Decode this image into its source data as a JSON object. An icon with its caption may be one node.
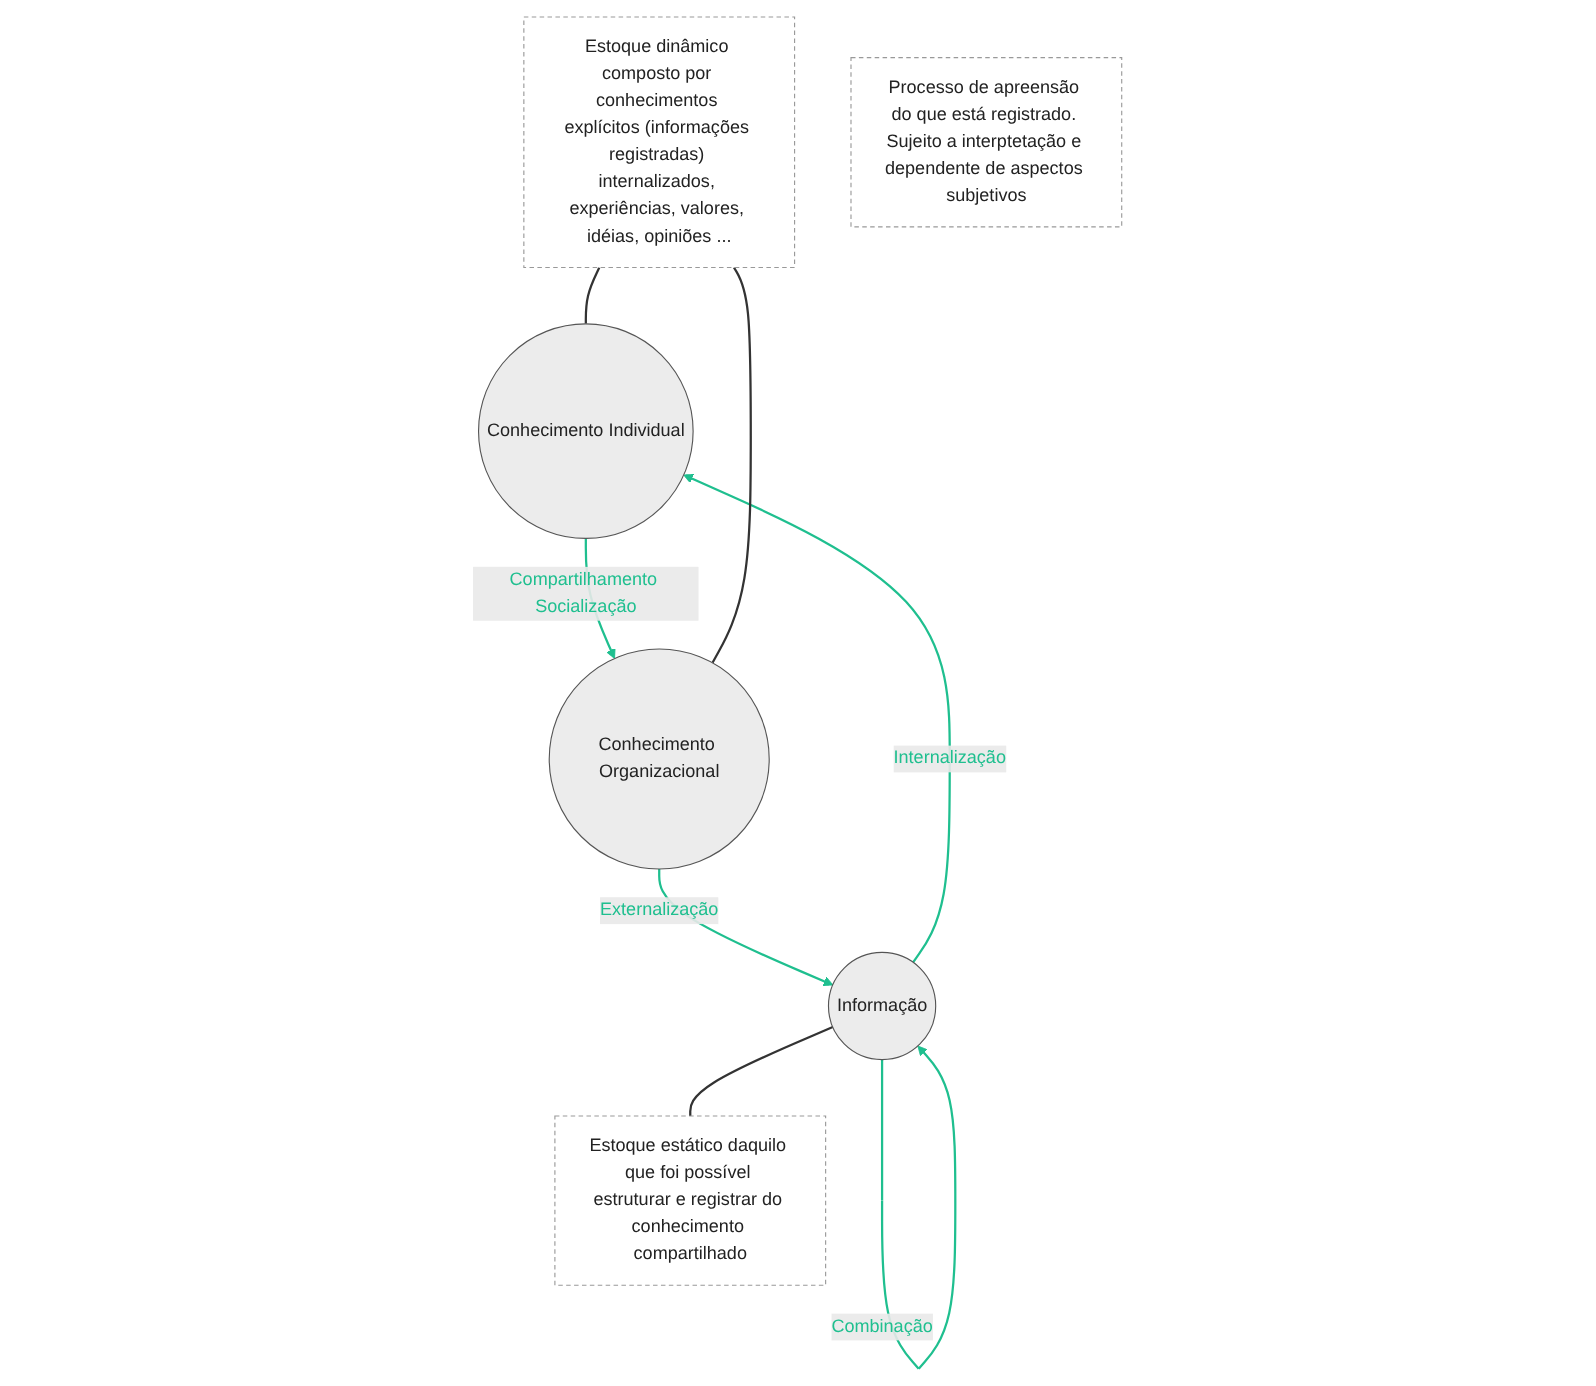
{
  "diagram": {
    "nodes": [
      {
        "text": [
          "Estoque dinâmico composto por conhecimentos explícitos (informações registradas) internalizados, experiências, valores, idéias, opiniões ..."
        ]
      },
      {
        "text": [
          "Conhecimento Individual"
        ]
      },
      {
        "text": [
          "Conhecimento Organizacional"
        ]
      },
      {
        "text": [
          "Processo de apreensão do que está registrado. Sujeito a interptetação e dependente de aspectos subjetivos"
        ]
      },
      {
        "text": [
          "Informação"
        ]
      },
      {
        "text": [
          "Estoque estático daquilo que foi possível estruturar e registrar do conhecimento compartilhado"
        ]
      }
    ],
    "edges": [
      {
        "from": 1,
        "to": 2,
        "arrow": "to",
        "label": "Compartilhamento Socialização"
      },
      {
        "from": 2,
        "to": 4,
        "arrow": "to",
        "label": "Externalização"
      },
      {
        "from": 4,
        "to": 1,
        "arrow": "to",
        "label": "Internalização"
      },
      {
        "from": 4,
        "to": 4,
        "arrow": "to",
        "label": "Combinação"
      },
      {
        "from": 0,
        "to": 1,
        "arrow": "none",
        "color": "#333333"
      },
      {
        "from": 0,
        "to": 2,
        "arrow": "none",
        "color": "#333333"
      },
      {
        "from": 4,
        "to": 5,
        "arrow": "none",
        "color": "#333333"
      }
    ]
  }
}
